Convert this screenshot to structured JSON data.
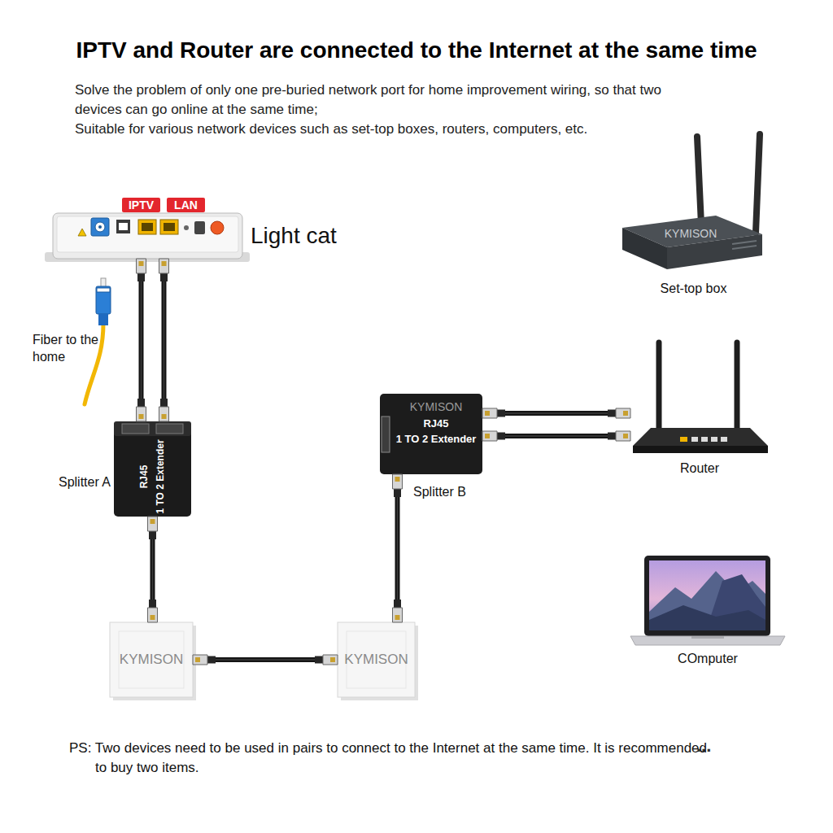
{
  "diagram": {
    "title": "IPTV and Router are connected to the Internet at the same time",
    "caption": "PS: Two devices need to be used in pairs to connect to the Internet at the same time. It is recommended to buy two items.",
    "nodes": [
      {
        "text": [
          "IPTV",
          "LAN",
          "Light cat"
        ]
      },
      {
        "text": [
          "KYMISON",
          "Set-top box"
        ]
      },
      {
        "text": [
          "KYMISON",
          "RJ45",
          "1 TO 2 Extender",
          "Splitter B"
        ]
      },
      {
        "text": [
          "Router"
        ]
      },
      {
        "text": [
          "RJ45",
          "1 TO 2 Extender",
          "Splitter A"
        ]
      },
      {
        "text": [
          "COmputer"
        ]
      },
      {
        "text": [
          "KYMISON"
        ]
      },
      {
        "text": [
          "KYMISON"
        ]
      }
    ],
    "edges": [
      {
        "from": 0,
        "to": 4,
        "arrow": "none"
      },
      {
        "from": 0,
        "to": 4,
        "arrow": "none"
      },
      {
        "from": 4,
        "to": 6,
        "arrow": "none"
      },
      {
        "from": 6,
        "to": 7,
        "arrow": "none"
      },
      {
        "from": 7,
        "to": 2,
        "arrow": "none"
      },
      {
        "from": 2,
        "to": 3,
        "arrow": "none"
      },
      {
        "from": 2,
        "to": 3,
        "arrow": "none"
      }
    ],
    "labels": [
      "Solve the problem of only one pre-buried network port for home improvement wiring, so that two devices can go online at the same time;",
      "Suitable for various network devices such as set-top boxes, routers, computers, etc.",
      "Fiber to the home",
      "..."
    ]
  }
}
